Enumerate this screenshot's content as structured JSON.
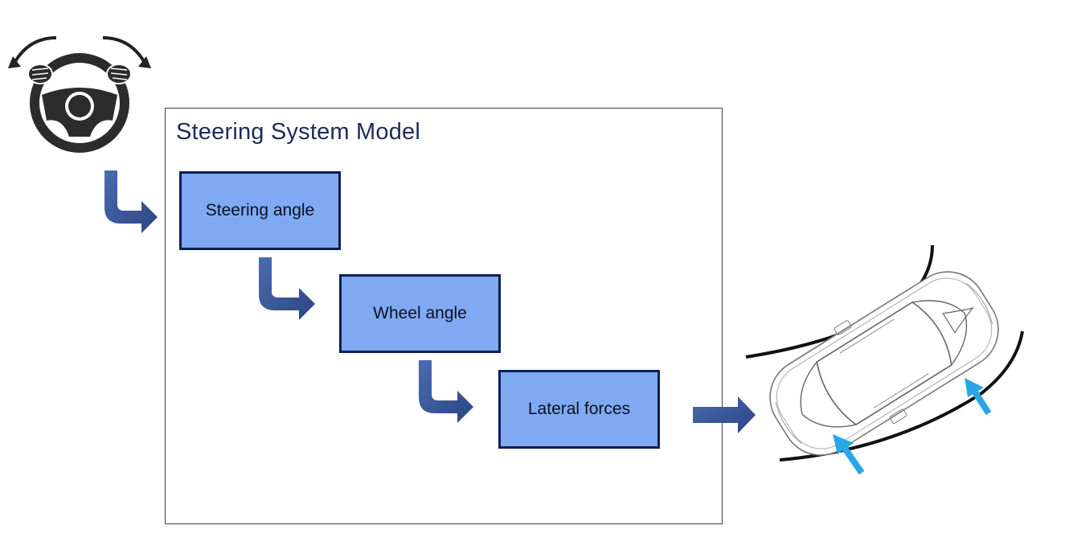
{
  "diagram": {
    "title": "Steering System Model",
    "steps": [
      {
        "label": "Steering angle"
      },
      {
        "label": "Wheel angle"
      },
      {
        "label": "Lateral forces"
      }
    ]
  },
  "icons": {
    "input": "steering-wheel-icon",
    "output": "car-top-view-icon",
    "force_arrows": "lateral-force-arrow-icon"
  },
  "colors": {
    "box_fill": "#7fa9f2",
    "box_border": "#0f1e52",
    "flow_arrow": "#3a5a9c",
    "force_arrow": "#29a6e6",
    "title": "#1e2a5a"
  }
}
